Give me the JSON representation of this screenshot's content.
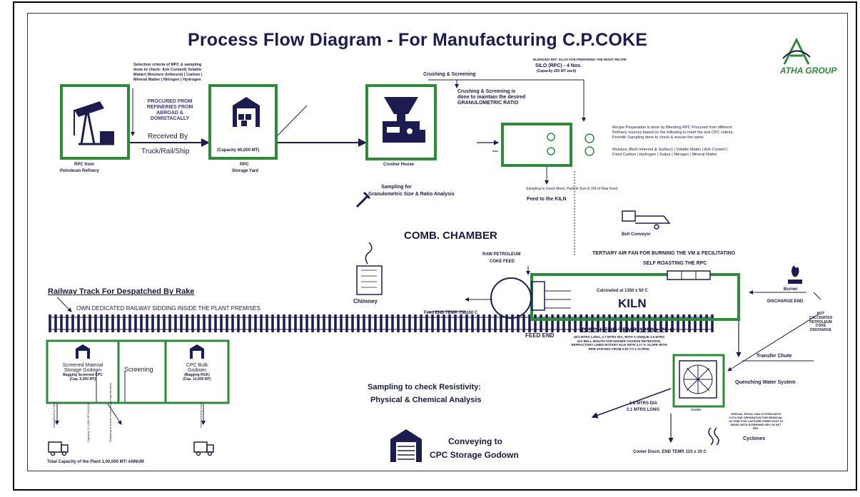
{
  "title": "Process Flow Diagram - For Manufacturing C.P.COKE",
  "logo": {
    "text": "ATHA GROUP",
    "color": "#2e8b3a"
  },
  "colors": {
    "navy": "#1c1c50",
    "green": "#2e8b3a"
  },
  "refinery": {
    "label1": "RPC from",
    "label2": "Petroleum Refinery",
    "icon": "oil-pump-icon"
  },
  "selection_note": "Selection criteria of RPC & sampling done to check: Ash Content| Volatile Matter| Moisture (Inherent) | Carbon | Mineral Matter | Nitrogen | Hydrogen",
  "procured": {
    "l1": "PROCURED FROM",
    "l2": "REFINERIES FROM",
    "l3": "ABROAD &",
    "l4": "DOMISTACALLY"
  },
  "received_by": "Received By",
  "transport": "Truck/Rail/Ship",
  "storage": {
    "capacity": "(Capacity 60,000 MT)",
    "label1": "RPC",
    "label2": "Storage Yard",
    "icon": "warehouse-icon"
  },
  "crushing_screening": "Crushing & Screening",
  "crushing_note1": "Crushing & Screening is",
  "crushing_note2": "done to maintain the desired",
  "crushing_note3": "GRANULOMETRIC RATIO",
  "crusher": {
    "label": "Crusher House",
    "icon": "crusher-icon"
  },
  "sampling_granulo1": "Sampling for",
  "sampling_granulo2": "Granulometric Size & Ratio Analysis",
  "silo": {
    "head": "BLENDING RPC SILOS FOR PREPARING THE RIGHT RECIPE",
    "title": "SILO (RPC) - 4 Nos.",
    "capacity": "(Capacity 250 MT each)"
  },
  "recipe_note": "Recipe Preparation is done by Blending RPC Procured from different Refinery sources based on the following to meet the end CPC criteria. Periodic Sampling done to check & ensure the same",
  "recipe_note2": "Moisture (Both Inherent & Surface) | Volatile Matter | Ash Content | Fixed Carbon | Hydrogen | Sulpur | Nitrogen | Mineral Matter",
  "sampling_raw": "Sampling to check Moist, Particle Size & VM of Raw Feed",
  "feed_kiln": "Feed to the KILN",
  "belt_conveyor": "Belt Conveyor",
  "comb_chamber": "COMB. CHAMBER",
  "raw_feed1": "RAW PETROLEUM",
  "raw_feed2": "COKE FEED",
  "tertiary1": "TERTIARY AIR FAN FOR BURNING THE VM & FECILITATING",
  "tertiary2": "SELF ROASTING THE RPC",
  "burner": "Burner",
  "discharge_end": "DISCHARGE END",
  "hot_cpc": [
    "HOT",
    "CALCINATED",
    "PETROLEUM",
    "COKE",
    "DISCHARGE"
  ],
  "kiln": {
    "label": "KILN",
    "calcinated": "Calcinated at 1350 ± 50 C"
  },
  "chimney": "Chimney",
  "feed_end_temp": "Feed END TEMP. 750±50 C",
  "feed_end": "FEED END",
  "disch_end_temp": "DISCH END TEMP. 1250 ± 25 C",
  "kiln_note": "48.5 MTRS LONG, 2.7 MTRS DIA, WITH A UNIQUE 3.5 MTRS DIA BELL MOUTH FOR HIGHER CHARGE RETENTION, REFRACTORY LINED ROTARY KILN WITH 4.17 % SLOPE WITH RPM VARYING FROM 0.93 TO 1.75 RPM.",
  "railway_title": "Railway Track For Despatched By Rake",
  "railway_sub": "OWN DEDICATED RAILWAY SIDDING INSIDE THE PLANT PREMISES",
  "screened_godown": {
    "l1": "Screened Material",
    "l2": "Storage Godown",
    "l3": "Bagging Screened CPC",
    "l4": "(Cap. 5,000 MT)"
  },
  "screening": "Screening",
  "cpc_bulk": {
    "l1": "CPC Bulk",
    "l2": "Godown",
    "l3": "(Bagging RGK)",
    "l4": "(Cap. 10,000 MT)"
  },
  "dispatch1": "Dispatched by Truck",
  "capacity_annum": "Capacity 12-1000 MT/ ANNUM",
  "sampling_dispatch": "Sampling to ensure to the desired specification",
  "dispatch2": "Dispatched by Truck",
  "total_capacity": "Total Capacity of the Plant 1,00,000 MT/ ANNUM",
  "transfer_chute": "Transfer Chute",
  "quenching": "Quenching Water System",
  "sampling_resist1": "Sampling to check Resistivity:",
  "sampling_resist2": "Physical & Chemical Analysis",
  "cooler_dim1": "1.8 MTRS DIA",
  "cooler_dim2": "2.1 MTRS LONG",
  "cooler": "Cooler",
  "cyclone_note": "SPECIAL ROTAL FAN SYSTEM WITH CYCLONE SEPARATOR FOR REMOVAL OF FINE FOR CAPTURE FINER DUST IS MIXED WITH SCREENED RPC IN SET RPL",
  "cyclones": "Cyclones",
  "conveying1": "Conveying to",
  "conveying2": "CPC Storage Godown",
  "cooler_disch": "Cooler Disch. END TEMP. 110 ± 10 C"
}
